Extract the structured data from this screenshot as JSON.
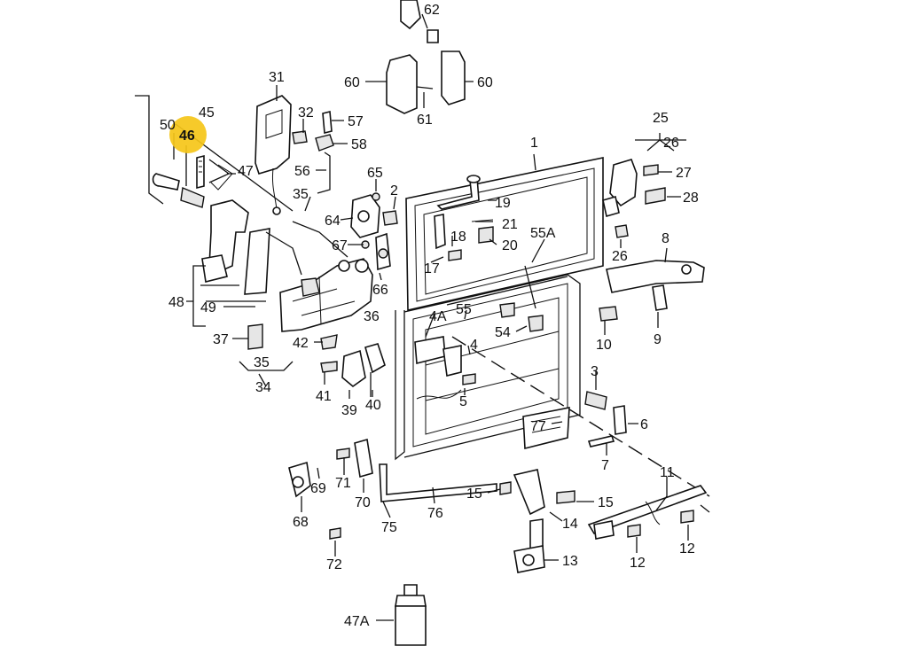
{
  "highlight_color": "#f5c518",
  "labels": {
    "l62": "62",
    "l60a": "60",
    "l60b": "60",
    "l61": "61",
    "l31": "31",
    "l32": "32",
    "l57": "57",
    "l58": "58",
    "l56": "56",
    "l45": "45",
    "l50": "50",
    "l46": "46",
    "l47": "47",
    "l35a": "35",
    "l65": "65",
    "l2": "2",
    "l64": "64",
    "l67": "67",
    "l66": "66",
    "l1": "1",
    "l19": "19",
    "l21": "21",
    "l18": "18",
    "l20": "20",
    "l17": "17",
    "l55A": "55A",
    "l25": "25",
    "l26a": "26",
    "l27": "27",
    "l28": "28",
    "l26b": "26",
    "l8": "8",
    "l9": "9",
    "l10": "10",
    "l48": "48",
    "l49": "49",
    "l36": "36",
    "l37": "37",
    "l42": "42",
    "l35b": "35",
    "l34": "34",
    "l4A": "4A",
    "l55": "55",
    "l54": "54",
    "l4": "4",
    "l41": "41",
    "l39": "39",
    "l40": "40",
    "l5": "5",
    "l3": "3",
    "l6": "6",
    "l77": "77",
    "l7": "7",
    "l69": "69",
    "l68": "68",
    "l71": "71",
    "l70": "70",
    "l72": "72",
    "l75": "75",
    "l76": "76",
    "l15a": "15",
    "l15b": "15",
    "l14": "14",
    "l13": "13",
    "l11": "11",
    "l12a": "12",
    "l12b": "12",
    "l47A": "47A"
  }
}
